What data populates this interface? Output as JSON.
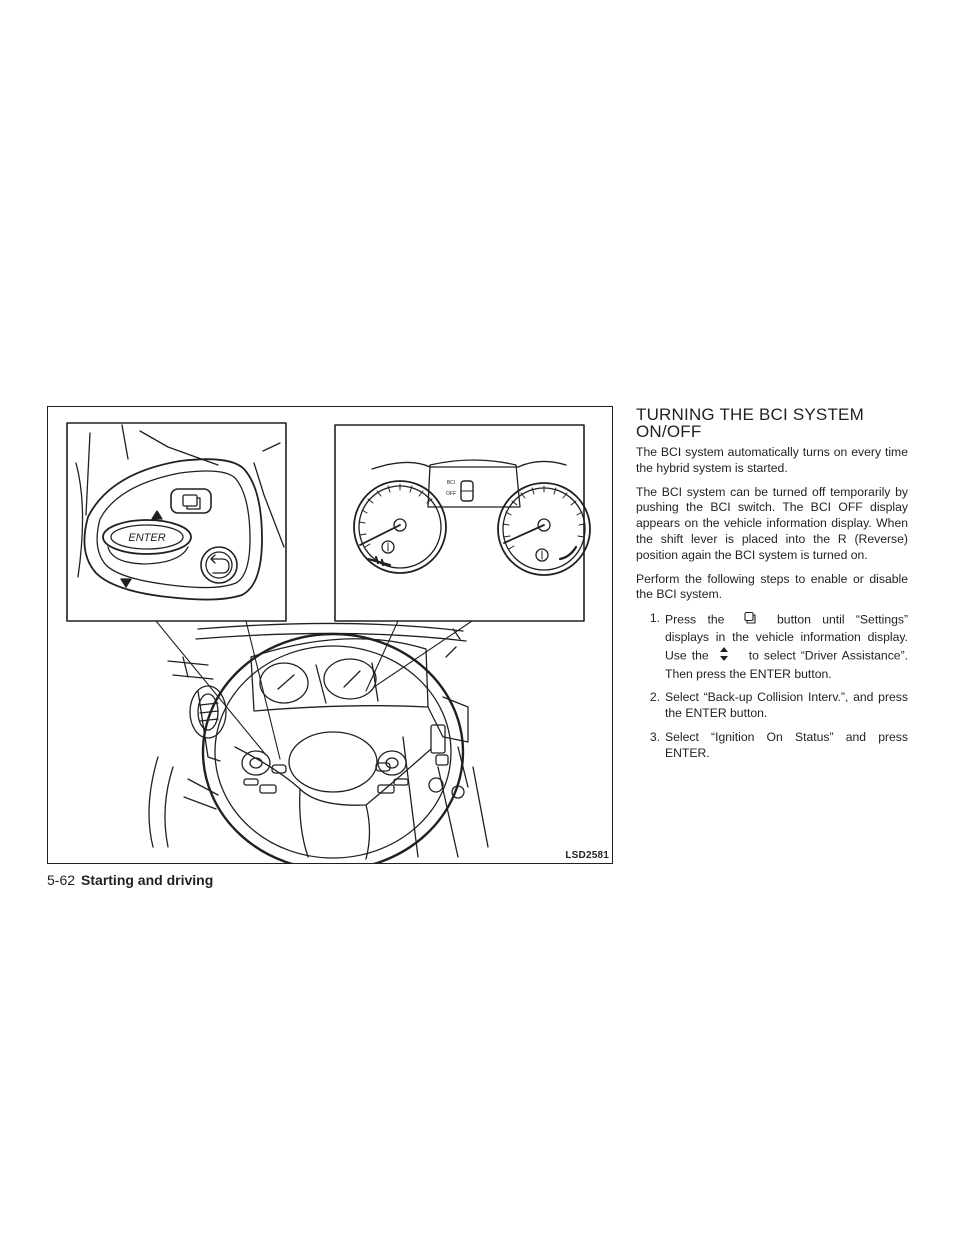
{
  "figure": {
    "label": "LSD2581",
    "enter_button_text": "ENTER",
    "gauge_indicator": {
      "bci_text": "BCI",
      "off_text": "OFF"
    }
  },
  "section": {
    "heading_line1": "TURNING THE BCI SYSTEM",
    "heading_line2": "ON/OFF",
    "paragraphs": [
      "The BCI system automatically turns on every time the hybrid system is started.",
      "The BCI system can be turned off temporarily by pushing the BCI switch. The BCI OFF display appears on the vehicle information display. When the shift lever is placed into the R (Reverse) position again the BCI system is turned on.",
      "Perform the following steps to enable or disable the BCI system."
    ],
    "steps": [
      {
        "num": "1.",
        "part1": "Press the",
        "icon1": "menu-button-icon",
        "part2": "button until “Settings” displays in the vehicle information display. Use the",
        "icon2": "up-down-arrows-icon",
        "part3": "to select “Driver Assistance”. Then press the ENTER button."
      },
      {
        "num": "2.",
        "text": "Select “Back-up Collision Interv.”, and press the ENTER button."
      },
      {
        "num": "3.",
        "text": "Select “Ignition On Status” and press ENTER."
      }
    ]
  },
  "footer": {
    "page_number": "5-62",
    "chapter": "Starting and driving"
  },
  "colors": {
    "ink": "#231f20",
    "paper": "#ffffff"
  }
}
